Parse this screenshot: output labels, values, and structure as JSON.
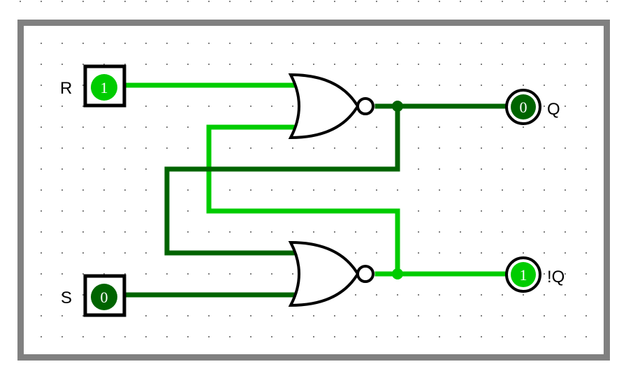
{
  "title": "SR Latch (NOR)",
  "colors": {
    "wire_high": "#00cc00",
    "wire_low": "#006400",
    "border": "#808080",
    "grid_dot": "#808080",
    "gate_stroke": "#000000"
  },
  "inputs": [
    {
      "id": "R",
      "label": "R",
      "value": "1",
      "state": "high"
    },
    {
      "id": "S",
      "label": "S",
      "value": "0",
      "state": "low"
    }
  ],
  "outputs": [
    {
      "id": "Q",
      "label": "Q",
      "value": "0",
      "state": "low"
    },
    {
      "id": "NQ",
      "label": "!Q",
      "value": "1",
      "state": "high"
    }
  ],
  "gates": [
    {
      "id": "nor1",
      "type": "NOR",
      "inputs": [
        "R",
        "NQ"
      ],
      "output": "Q"
    },
    {
      "id": "nor2",
      "type": "NOR",
      "inputs": [
        "Q",
        "S"
      ],
      "output": "NQ"
    }
  ]
}
